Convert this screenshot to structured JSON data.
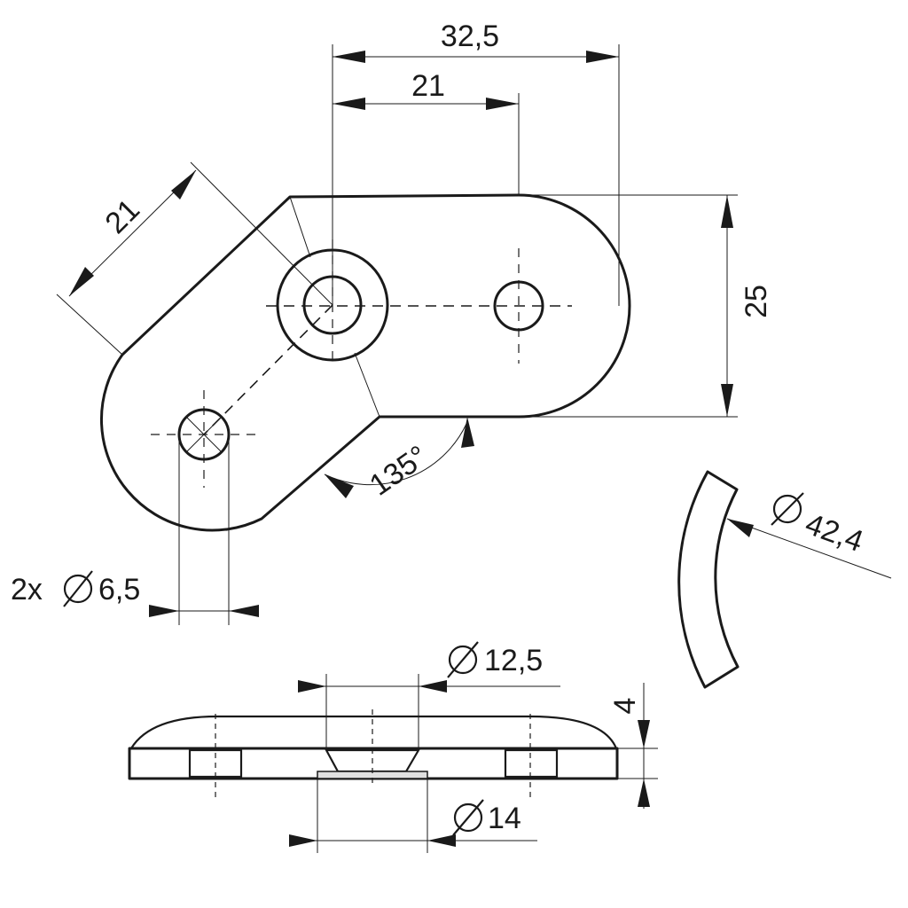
{
  "dimensions": {
    "overall_width": "32,5",
    "hole_spacing_top": "21",
    "hole_spacing_angled": "21",
    "height": "25",
    "angle": "135°",
    "holes": "2x",
    "hole_diameter": "6,5",
    "bend_diameter": "42,4",
    "counterbore_diameter": "12,5",
    "thickness": "4",
    "center_seat_diameter": "14"
  }
}
